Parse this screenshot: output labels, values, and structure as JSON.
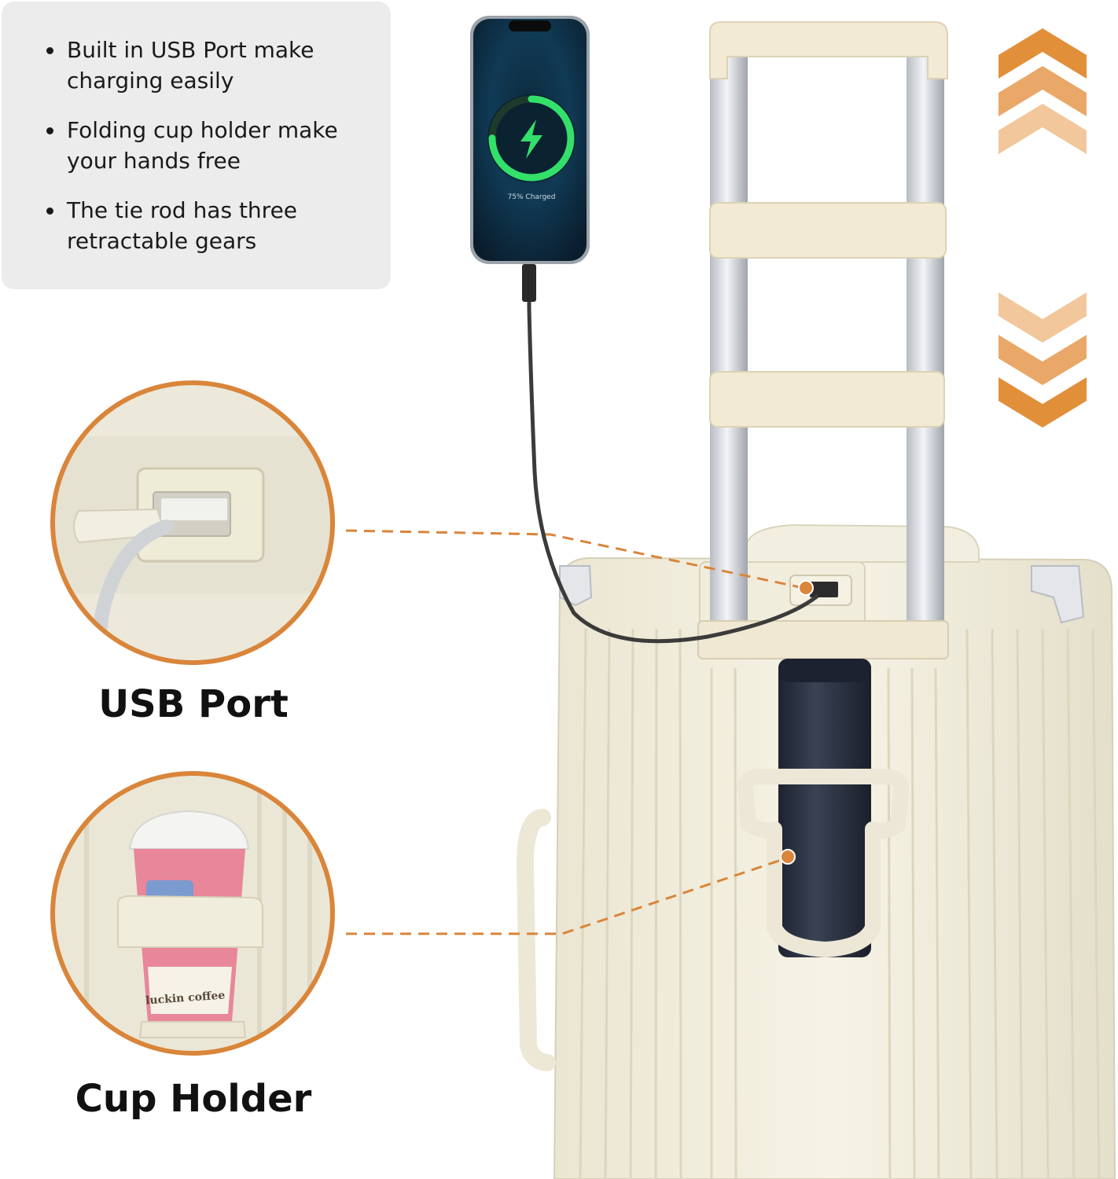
{
  "features": {
    "items": [
      "Built in USB Port make charging easily",
      "Folding cup holder make your hands free",
      "The tie rod has three retractable gears"
    ]
  },
  "callouts": {
    "usb_port": "USB Port",
    "cup_holder": "Cup Holder"
  },
  "phone": {
    "status_text": "75% Charged",
    "charge_level": 0.75
  },
  "cup": {
    "brand_text": "luckin coffee"
  },
  "colors": {
    "accent_orange": "#d9853a",
    "luggage_cream": "#f3efdf",
    "charge_green": "#32e06a",
    "bottle_navy": "#2a3140"
  },
  "icons": [
    "up-chevrons-icon",
    "down-chevrons-icon",
    "lightning-bolt-icon",
    "bullet-dot-icon"
  ]
}
